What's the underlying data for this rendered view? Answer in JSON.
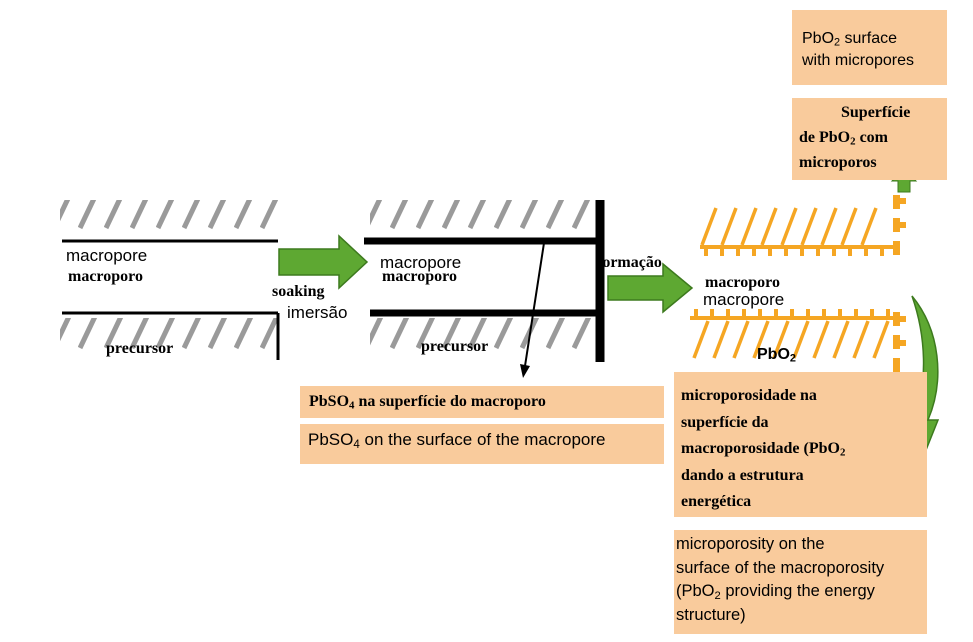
{
  "stage1": {
    "label_en": "macropore",
    "label_pt": "macroporo",
    "precursor": "precursor"
  },
  "step1": {
    "label_pt": "soaking",
    "label_en": "imersão"
  },
  "stage2": {
    "label_en": "macropore",
    "label_pt": "macroporo",
    "precursor": "precursor"
  },
  "step2": {
    "label_pt": "formação"
  },
  "stage3": {
    "label_pt": "macroporo",
    "label_en": "macropore",
    "pbo2_formula": "PbO",
    "pbo2_sub": "2"
  },
  "pbso4_pt": {
    "pre": "PbSO",
    "sub": "4",
    "post": " na superfície do macroporo"
  },
  "pbso4_en": {
    "pre": "PbSO",
    "sub": "4",
    "post": " on the surface of the macropore"
  },
  "surface_en": {
    "pre": "PbO",
    "sub": "2",
    "post": " surface",
    "line2": "with micropores"
  },
  "surface_pt": {
    "line1": "Superfície",
    "pre": "de PbO",
    "sub": "2",
    "post": " com",
    "line3": "microporos"
  },
  "micro_pt": {
    "line1": "microporosidade na",
    "line2": "superfície da",
    "line3_pre": "macroporosidade (PbO",
    "line3_sub": "2",
    "line4": "dando a estrutura",
    "line5": "energética"
  },
  "micro_en": {
    "line1": "microporosity on the",
    "line2": "surface of the macroporosity",
    "line3_pre": "(PbO",
    "line3_sub": "2",
    "line3_post": " providing the energy",
    "line4": "structure)"
  },
  "colors": {
    "hatch_gray": "#9a9a9a",
    "wall_black": "#000000",
    "arrow_green": "#5ea832",
    "arrow_green_dark": "#3d7a1e",
    "pbo2_orange": "#f5a623",
    "box_peach": "#f9cb9c"
  }
}
